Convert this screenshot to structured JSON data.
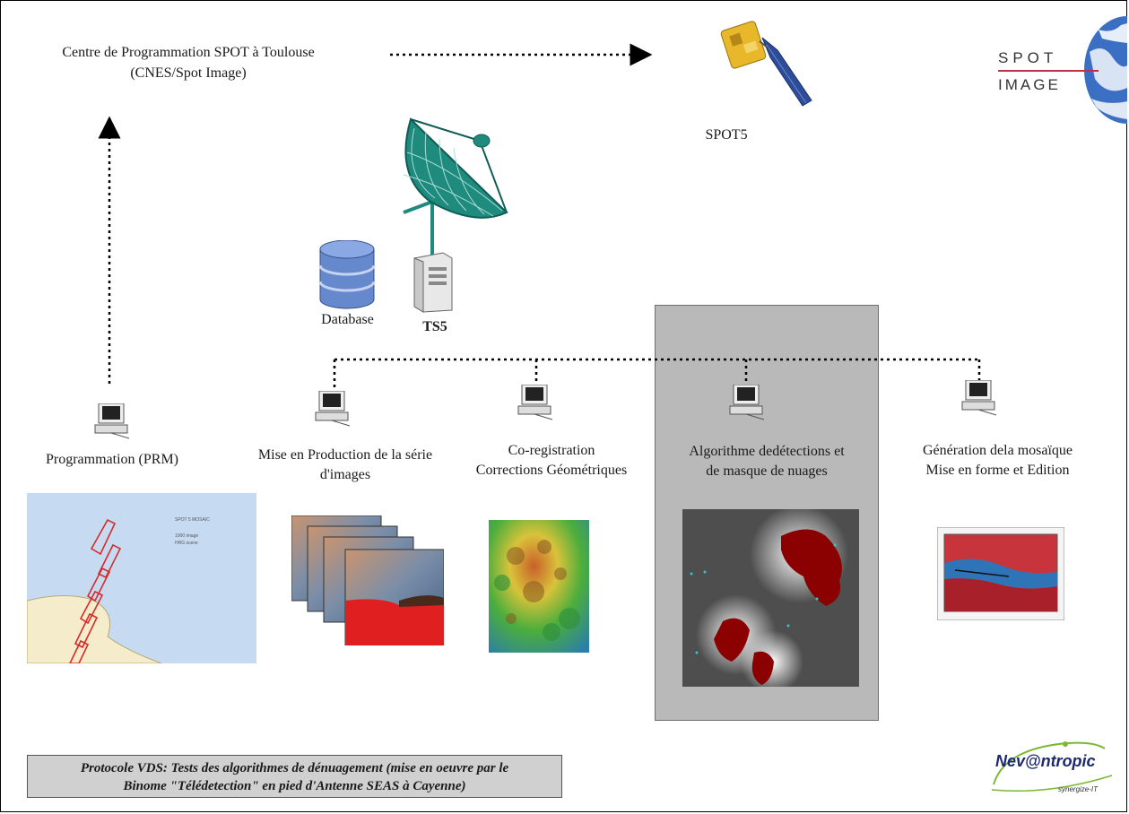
{
  "top": {
    "centre_line1": "Centre de Programmation SPOT à Toulouse",
    "centre_line2": "(CNES/Spot Image)",
    "satellite_label": "SPOT5"
  },
  "logo_spot": {
    "line1": "SPOT",
    "line2": "IMAGE"
  },
  "ground": {
    "database_label": "Database",
    "ts5_label": "TS5"
  },
  "stations": [
    {
      "label": "Programmation (PRM)"
    },
    {
      "label": "Mise en Production de la série\nd'images"
    },
    {
      "label": "Co-registration\nCorrections Géométriques"
    },
    {
      "label": "Algorithme dedétections et\nde masque de nuages"
    },
    {
      "label": "Génération dela mosaïque\nMise en forme et Edition"
    }
  ],
  "map_legend": {
    "line1": "SPOT 5 MOSAIC",
    "line2": "1000 image",
    "line3": "HRG scene"
  },
  "caption": {
    "line1": "Protocole VDS: Tests des algorithmes de dénuagement (mise en oeuvre par le",
    "line2": "Binome \"Télédetection\" en pied d'Antenne SEAS à Cayenne)"
  },
  "logo_nev": {
    "name": "Nev@ntropic",
    "tagline": "synergize-IT"
  },
  "colors": {
    "highlight_panel": "#b9b9b9",
    "cloud_mask": "#8b0000",
    "dish": "#1f8a7e",
    "red_band": "#e02020"
  }
}
